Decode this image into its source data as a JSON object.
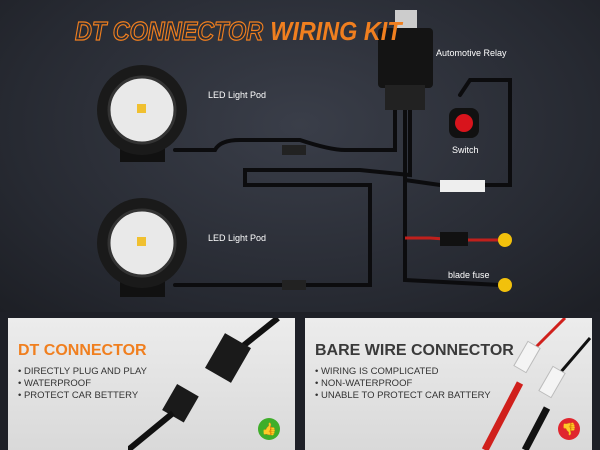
{
  "title": {
    "part1": "DT CONNECTOR",
    "part2": "WIRING KIT"
  },
  "labels": {
    "relay": "Automotive Relay",
    "pod1": "LED Light Pod",
    "pod2": "LED Light Pod",
    "switch": "Switch",
    "fuse": "blade fuse"
  },
  "dt_panel": {
    "heading": "DT CONNECTOR",
    "bullets": [
      "DIRECTLY PLUG AND PLAY",
      "WATERPROOF",
      "PROTECT CAR BETTERY"
    ],
    "badge_icon": "thumbs-up-icon"
  },
  "bare_panel": {
    "heading": "BARE WIRE CONNECTOR",
    "bullets": [
      "WIRING IS COMPLICATED",
      "NON-WATERPROOF",
      "UNABLE TO PROTECT CAR BATTERY"
    ],
    "badge_icon": "thumbs-down-icon"
  },
  "colors": {
    "accent": "#f07f1f",
    "good": "#3fae2a",
    "bad": "#e0262e"
  }
}
